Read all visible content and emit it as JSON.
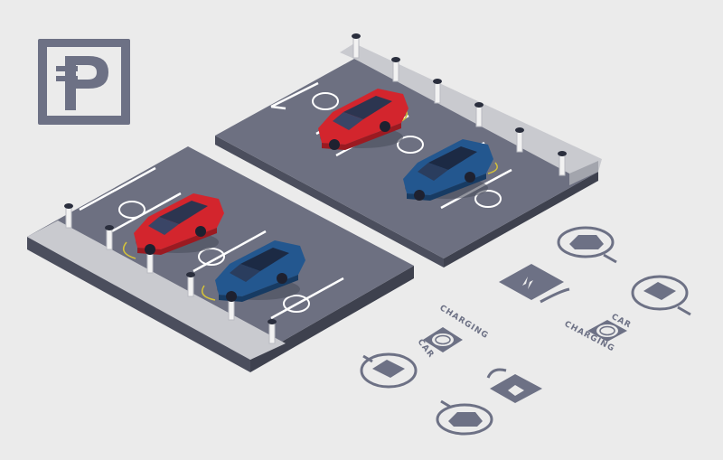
{
  "colors": {
    "background": "#ebebeb",
    "icon_gray": "#6d7185",
    "asphalt_top": "#6d7081",
    "asphalt_side": "#4b4e5d",
    "curb_top": "#c9cacf",
    "curb_side": "#a3a5ad",
    "car_red": "#d3252d",
    "car_blue": "#23578f",
    "charger_post": "#2a2e3d",
    "cable": "#d4c23a"
  },
  "parking_sign": {
    "letter": "P",
    "icon": "parking-sign-icon"
  },
  "labels": {
    "car_charging_1_top": "CHARGING",
    "car_charging_1_bottom": "CAR",
    "car_charging_2_top": "CAR",
    "car_charging_2_bottom": "CHARGING"
  },
  "icons": [
    "ev-plug-car-icon",
    "battery-charging-icon",
    "car-charging-socket-icon",
    "battery-plug-icon"
  ]
}
